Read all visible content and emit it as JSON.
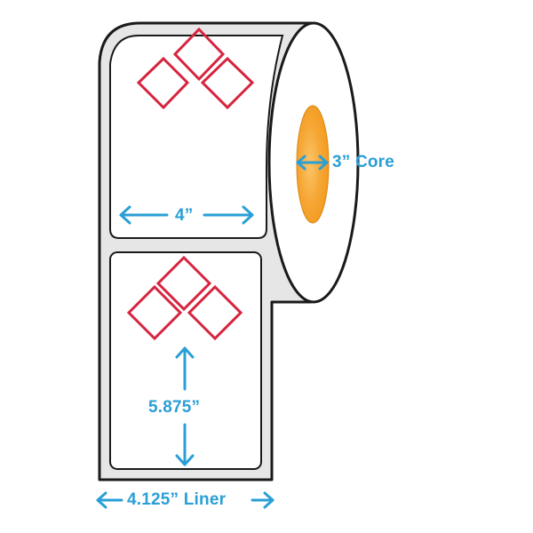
{
  "labels": {
    "label_width": "4”",
    "core_diameter": "3” Core",
    "label_height": "5.875”",
    "liner_width": "4.125” Liner"
  },
  "colors": {
    "dimension": "#2a9fd6",
    "hazard_diamond": "#d6243f",
    "core_fill": "#f39a1e",
    "core_highlight": "#fbc56a",
    "outline": "#1a1a1a",
    "liner_fill": "#e6e6e6",
    "label_fill": "#ffffff"
  },
  "icons": {
    "label_graphic": "hazard-diamond-cluster-icon",
    "arrow": "double-headed-arrow"
  }
}
